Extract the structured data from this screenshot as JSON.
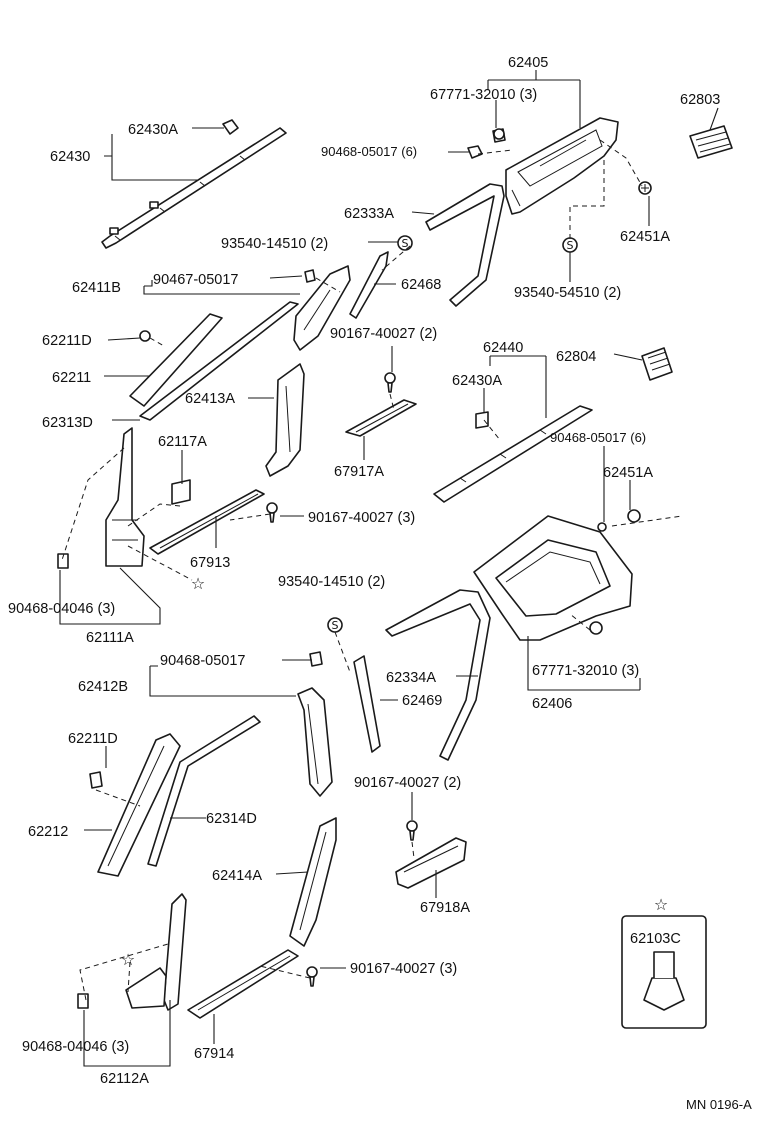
{
  "labels": {
    "p62405": "62405",
    "p67771_top": "67771-32010 (3)",
    "p62803": "62803",
    "p62430A_top": "62430A",
    "p62430": "62430",
    "p90468_05017_top": "90468-05017 (6)",
    "p62333A": "62333A",
    "p62451A_top": "62451A",
    "p93540_14510_top": "93540-14510 (2)",
    "p93540_54510": "93540-54510 (2)",
    "p62411B": "62411B",
    "p90467_05017": "90467-05017",
    "p62468": "62468",
    "p62211D_top": "62211D",
    "p90167_40027_a": "90167-40027 (2)",
    "p62440": "62440",
    "p62804": "62804",
    "p62211": "62211",
    "p62430A_mid": "62430A",
    "p62413A": "62413A",
    "p62313D": "62313D",
    "p62117A": "62117A",
    "p67917A": "67917A",
    "p90468_05017_mid": "90468-05017 (6)",
    "p62451A_mid": "62451A",
    "p90167_40027_b": "90167-40027 (3)",
    "p67913": "67913",
    "p93540_14510_mid": "93540-14510 (2)",
    "p90468_04046_top": "90468-04046 (3)",
    "p62111A": "62111A",
    "p62412B": "62412B",
    "p90468_05017_low": "90468-05017",
    "p62334A": "62334A",
    "p67771_low": "67771-32010 (3)",
    "p62469": "62469",
    "p62406": "62406",
    "p62211D_low": "62211D",
    "p90167_40027_c": "90167-40027 (2)",
    "p62212": "62212",
    "p62314D": "62314D",
    "p62414A": "62414A",
    "p67918A": "67918A",
    "p62103C": "62103C",
    "p90167_40027_d": "90167-40027 (3)",
    "p90468_04046_low": "90468-04046 (3)",
    "p67914": "67914",
    "p62112A": "62112A",
    "ref_code": "MN 0196-A"
  },
  "symbols": {
    "seal_mark": "S",
    "star_mark": "☆"
  }
}
